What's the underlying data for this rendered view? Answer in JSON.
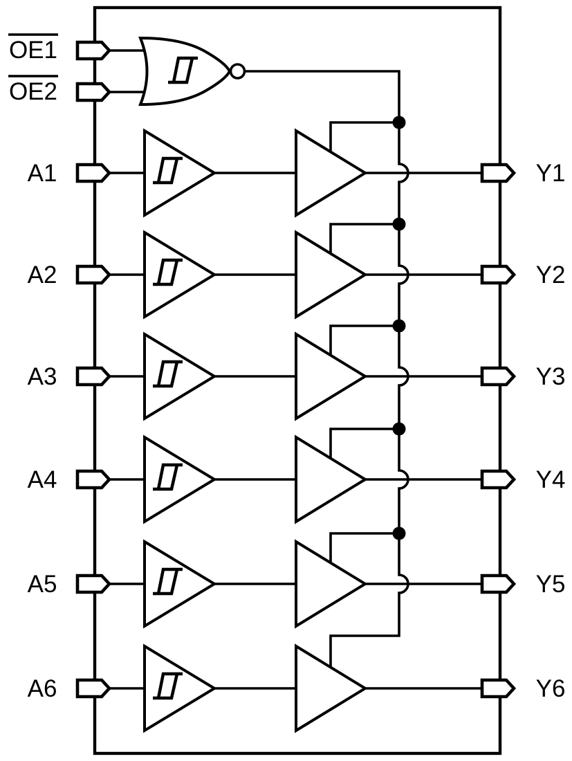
{
  "background_color": "#ffffff",
  "line_color": "#000000",
  "enable": {
    "inputs": [
      {
        "label": "OE1",
        "overline": true
      },
      {
        "label": "OE2",
        "overline": true
      }
    ],
    "gate_icon": "nor-gate-schmitt-trigger",
    "output_bubble": true
  },
  "channels": [
    {
      "input_label": "A1",
      "output_label": "Y1"
    },
    {
      "input_label": "A2",
      "output_label": "Y2"
    },
    {
      "input_label": "A3",
      "output_label": "Y3"
    },
    {
      "input_label": "A4",
      "output_label": "Y4"
    },
    {
      "input_label": "A5",
      "output_label": "Y5"
    },
    {
      "input_label": "A6",
      "output_label": "Y6"
    }
  ],
  "symbols": {
    "input_pin_icon": "pin-arrow-right",
    "output_pin_icon": "pin-arrow-right",
    "buffer_icon": "triangle-buffer",
    "schmitt_icon": "hysteresis",
    "junction_icon": "solder-dot",
    "crossover_icon": "wire-hop"
  }
}
